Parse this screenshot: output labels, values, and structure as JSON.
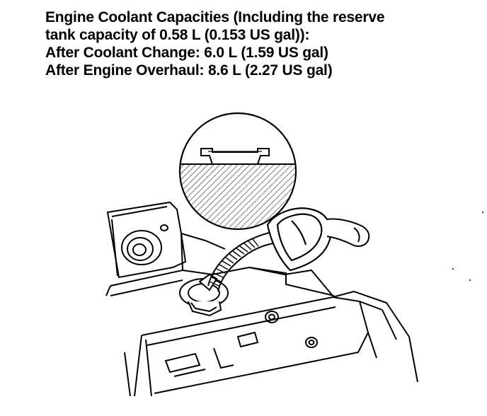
{
  "spec": {
    "line1": "Engine Coolant Capacities (Including the reserve",
    "line2": "tank capacity of 0.58 L (0.153 US gal)):",
    "line3": "After Coolant Change:  6.0 L (1.59 US gal)",
    "line4": "After Engine Overhaul: 8.6 L (2.27 US gal)"
  },
  "illustration": {
    "subject": "funnel-pouring-coolant-into-radiator-filler-neck",
    "ink_color": "#000000",
    "paper_color": "#ffffff"
  }
}
